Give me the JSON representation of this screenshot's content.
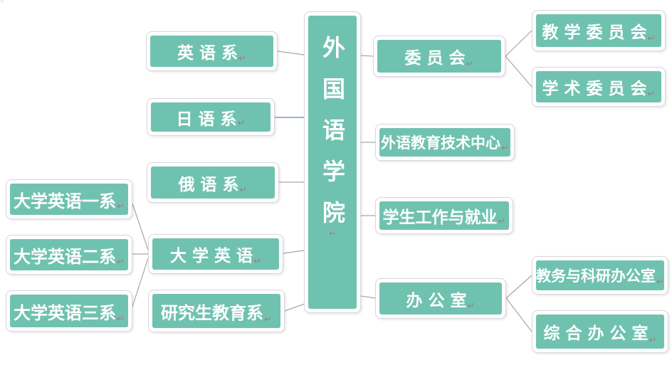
{
  "document": {
    "type": "org-chart",
    "root_label": "外国语学院"
  },
  "colors": {
    "node_fill": "#70C2B0",
    "node_border": "#d8d8d8",
    "node_text": "#ffffff",
    "connector": "#a8a8a8",
    "selected_connector": "#6E9BD8",
    "formatting_mark": "#9c8080"
  },
  "marks": {
    "pilcrow": "↵",
    "corner": "·:"
  },
  "nodes": {
    "center": {
      "label": "外国语学院"
    },
    "english": {
      "label": "英 语 系"
    },
    "japanese": {
      "label": "日 语 系"
    },
    "russian": {
      "label": "俄 语 系"
    },
    "college_english": {
      "label": "大 学 英 语"
    },
    "graduate": {
      "label": "研究生教育系"
    },
    "college_english_1": {
      "label": "大学英语一系"
    },
    "college_english_2": {
      "label": "大学英语二系"
    },
    "college_english_3": {
      "label": "大学英语三系"
    },
    "committee": {
      "label": "委 员 会"
    },
    "tech_center": {
      "label": "外语教育技术中心"
    },
    "student_work": {
      "label": "学生工作与就业"
    },
    "office": {
      "label": "办 公 室"
    },
    "teaching_committee": {
      "label": "教 学 委 员 会"
    },
    "academic_committee": {
      "label": "学 术 委 员 会"
    },
    "academic_research_office": {
      "label": "教务与科研办公室"
    },
    "general_office": {
      "label": "综 合 办 公 室"
    }
  },
  "connectors": {
    "selected": "japanese-to-center",
    "list": [
      "english-to-center",
      "japanese-to-center",
      "russian-to-center",
      "college-english-to-center",
      "graduate-to-center",
      "ce1-to-college-english",
      "ce2-to-college-english",
      "ce3-to-college-english",
      "center-to-committee",
      "center-to-tech-center",
      "center-to-student-work",
      "center-to-office",
      "committee-to-teaching",
      "committee-to-academic",
      "office-to-academic-research",
      "office-to-general"
    ]
  }
}
